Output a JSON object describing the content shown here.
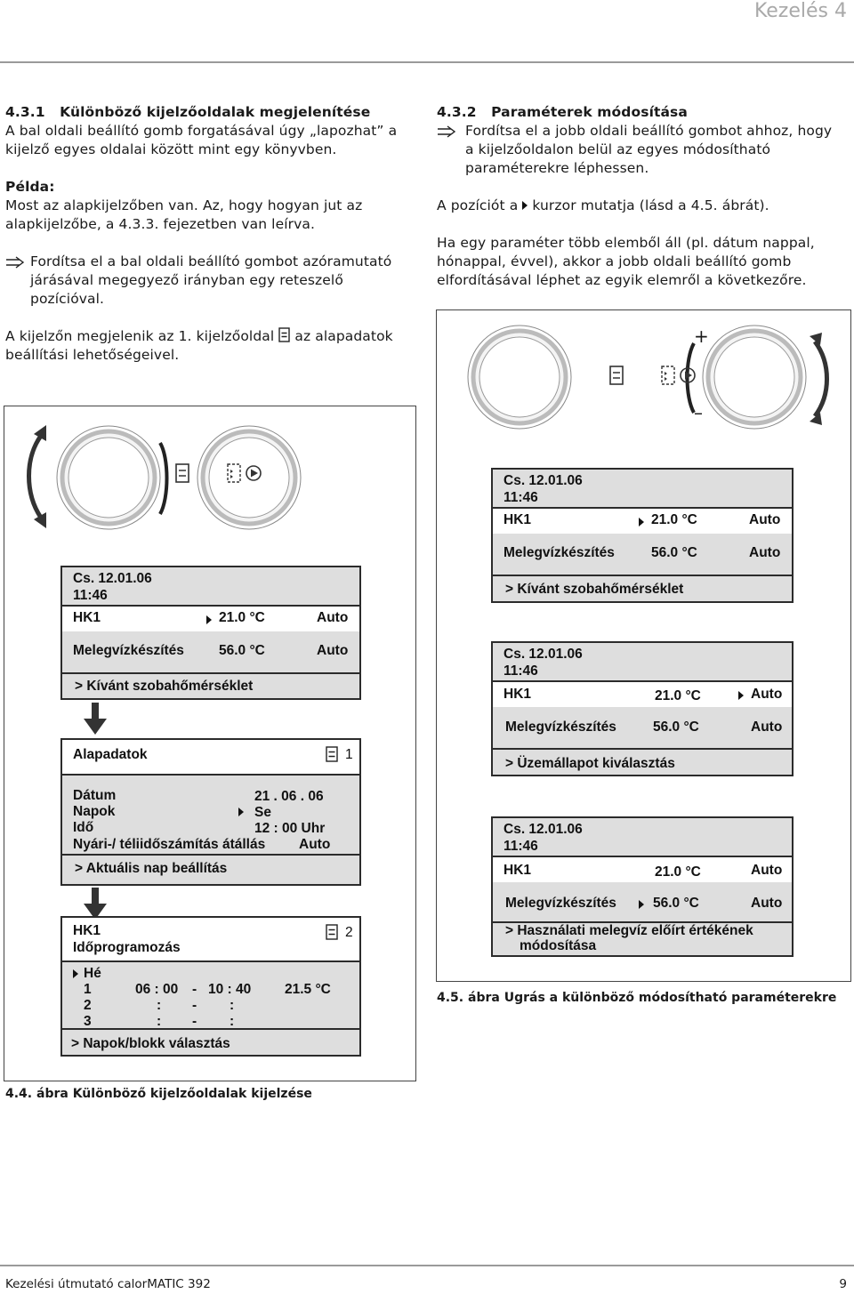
{
  "header": {
    "chapter": "Kezelés 4"
  },
  "left": {
    "heading_num": "4.3.1",
    "heading_title": "Különböző kijelzőoldalak megjelenítése",
    "p1_l1": "A bal oldali beállító gomb forgatásával úgy „lapozhat” a",
    "p1_l2": "kijelző egyes oldalai között mint egy könyvben.",
    "example_label": "Példa:",
    "ex_l1": "Most az alapkijelzőben van. Az, hogy hogyan jut az",
    "ex_l2": "alapkijelzőbe, a 4.3.3. fejezetben van leírva.",
    "step_l1": "Fordítsa el a bal oldali beállító gombot azóramutató",
    "step_l2": "járásával megegyező irányban egy reteszelő",
    "step_l3": "pozícióval.",
    "disp_l1a": "A kijelzőn megjelenik az 1. kijelzőoldal",
    "disp_l1b": "az alapadatok",
    "disp_l2": "beállítási lehetőségeivel."
  },
  "right": {
    "heading_num": "4.3.2",
    "heading_title": "Paraméterek módosítása",
    "step_l1": "Fordítsa el a jobb oldali beállító gombot ahhoz, hogy",
    "step_l2": "a kijelzőoldalon belül az egyes módosítható",
    "step_l3": "paraméterekre léphessen.",
    "pos_a": "A pozíciót a",
    "pos_b": "kurzor mutatja (lásd a 4.5. ábrát).",
    "multi_l1": "Ha egy paraméter több elemből áll (pl. dátum nappal,",
    "multi_l2": "hónappal, évvel), akkor a jobb oldali beállító gomb",
    "multi_l3": "elfordításával léphet az egyik elemről a következőre."
  },
  "fig44": {
    "basic": {
      "date": "Cs. 12.01.06",
      "time": "11:46",
      "hk1": "HK1",
      "hk1_temp": "21.0 °C",
      "hk1_mode": "Auto",
      "mv": "Melegvízkészítés",
      "mv_temp": "56.0 °C",
      "mv_mode": "Auto",
      "hint": "> Kívánt szobahőmérséklet"
    },
    "page1": {
      "title": "Alapadatok",
      "num": "1",
      "r1_label": "Dátum",
      "r1_val": "21 . 06 . 06",
      "r2_label": "Napok",
      "r2_val": "Se",
      "r3_label": "Idő",
      "r3_val": "12 : 00  Uhr",
      "r4_label": "Nyári-/ téliidőszámítás átállás",
      "r4_val": "Auto",
      "hint": "> Aktuális nap beállítás"
    },
    "page2": {
      "l1": "HK1",
      "l2": "Időprogramozás",
      "num": "2",
      "day": "Hé",
      "row1": [
        "1",
        "06 : 00",
        "-",
        "10 : 40",
        "21.5 °C"
      ],
      "row2": [
        "2",
        ":",
        "-",
        ":"
      ],
      "row3": [
        "3",
        ":",
        "-",
        ":"
      ],
      "hint": "> Napok/blokk választás"
    },
    "caption_num": "4.4. ábra",
    "caption_text": "Különböző kijelzőoldalak kijelzése"
  },
  "fig45": {
    "plus": "+",
    "minus": "–",
    "d1": {
      "date": "Cs. 12.01.06",
      "time": "11:46",
      "hk1": "HK1",
      "hk1_temp": "21.0 °C",
      "hk1_mode": "Auto",
      "mv": "Melegvízkészítés",
      "mv_temp": "56.0 °C",
      "mv_mode": "Auto",
      "hint": "> Kívánt szobahőmérséklet"
    },
    "d2": {
      "date": "Cs. 12.01.06",
      "time": "11:46",
      "hk1": "HK1",
      "hk1_temp": "21.0 °C",
      "hk1_mode": "Auto",
      "mv": "Melegvízkészítés",
      "mv_temp": "56.0 °C",
      "mv_mode": "Auto",
      "hint": "> Üzemállapot kiválasztás"
    },
    "d3": {
      "date": "Cs. 12.01.06",
      "time": "11:46",
      "hk1": "HK1",
      "hk1_temp": "21.0 °C",
      "hk1_mode": "Auto",
      "mv": "Melegvízkészítés",
      "mv_temp": "56.0 °C",
      "mv_mode": "Auto",
      "hint_l1": "> Használati melegvíz előírt értékének",
      "hint_l2": "módosítása"
    },
    "caption_num": "4.5. ábra",
    "caption_text": "Ugrás a különböző módosítható paraméterekre"
  },
  "footer": {
    "left": "Kezelési útmutató calorMATIC 392",
    "page": "9"
  }
}
